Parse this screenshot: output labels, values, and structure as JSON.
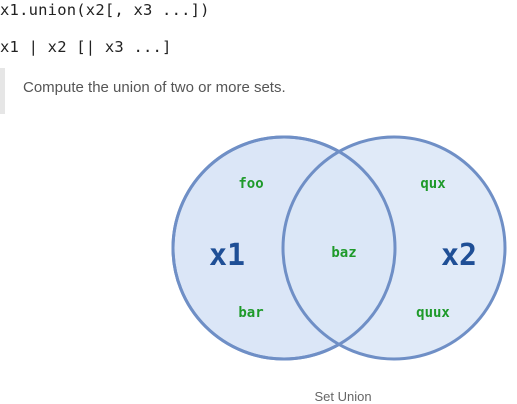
{
  "code": {
    "line1": "x1.union(x2[, x3 ...])",
    "line2": "x1 | x2 [| x3 ...]"
  },
  "note": {
    "text": "Compute the union of two or more sets."
  },
  "diagram": {
    "set_a_label": "x1",
    "set_b_label": "x2",
    "a_only": [
      "foo",
      "bar"
    ],
    "intersection": [
      "baz"
    ],
    "b_only": [
      "qux",
      "quux"
    ],
    "caption": "Set Union",
    "fill_color": "#dbe6f7",
    "stroke_color": "#6f8fc6",
    "set_label_color": "#1f4f96",
    "element_color": "#1e9a2a"
  }
}
